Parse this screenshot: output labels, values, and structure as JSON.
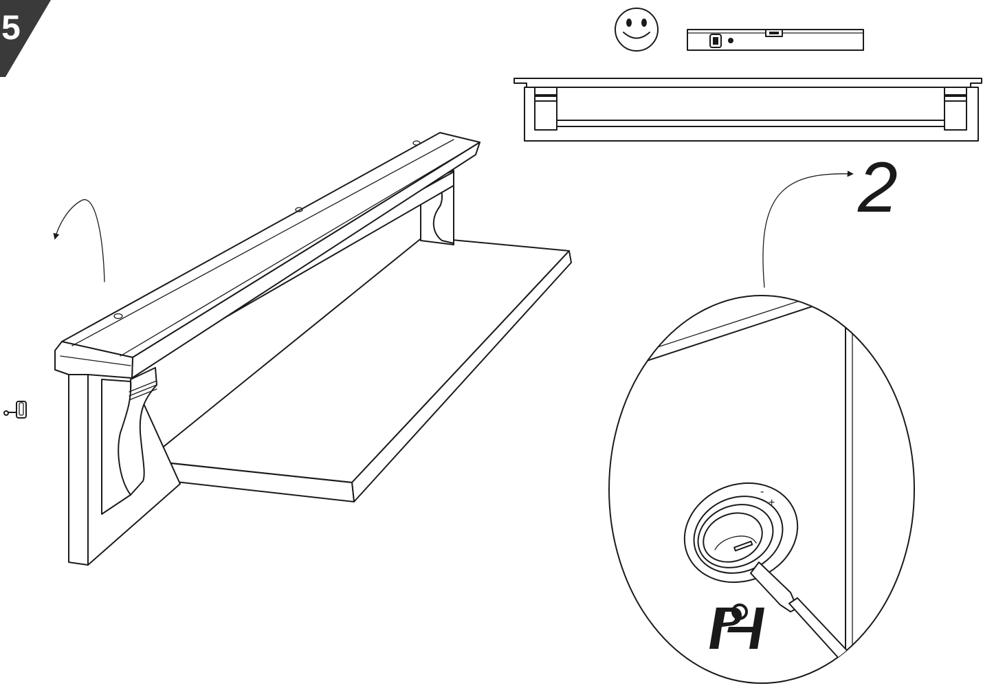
{
  "step": {
    "number": "5",
    "badge_color": "#3a3a3a"
  },
  "wall_view": {
    "step_label": "2",
    "satisfied_icon": "smiley-icon",
    "tool_icon": "spirit-level-icon"
  },
  "detail": {
    "scale_minus": "-",
    "scale_plus": "+",
    "tool": "screwdriver-icon",
    "tool_code": "PH"
  },
  "parts": {
    "hook": "wall-hook-icon",
    "rotation_arrow": "curved-arrow-icon"
  },
  "colors": {
    "line": "#1a1a1a",
    "paper": "#ffffff"
  }
}
